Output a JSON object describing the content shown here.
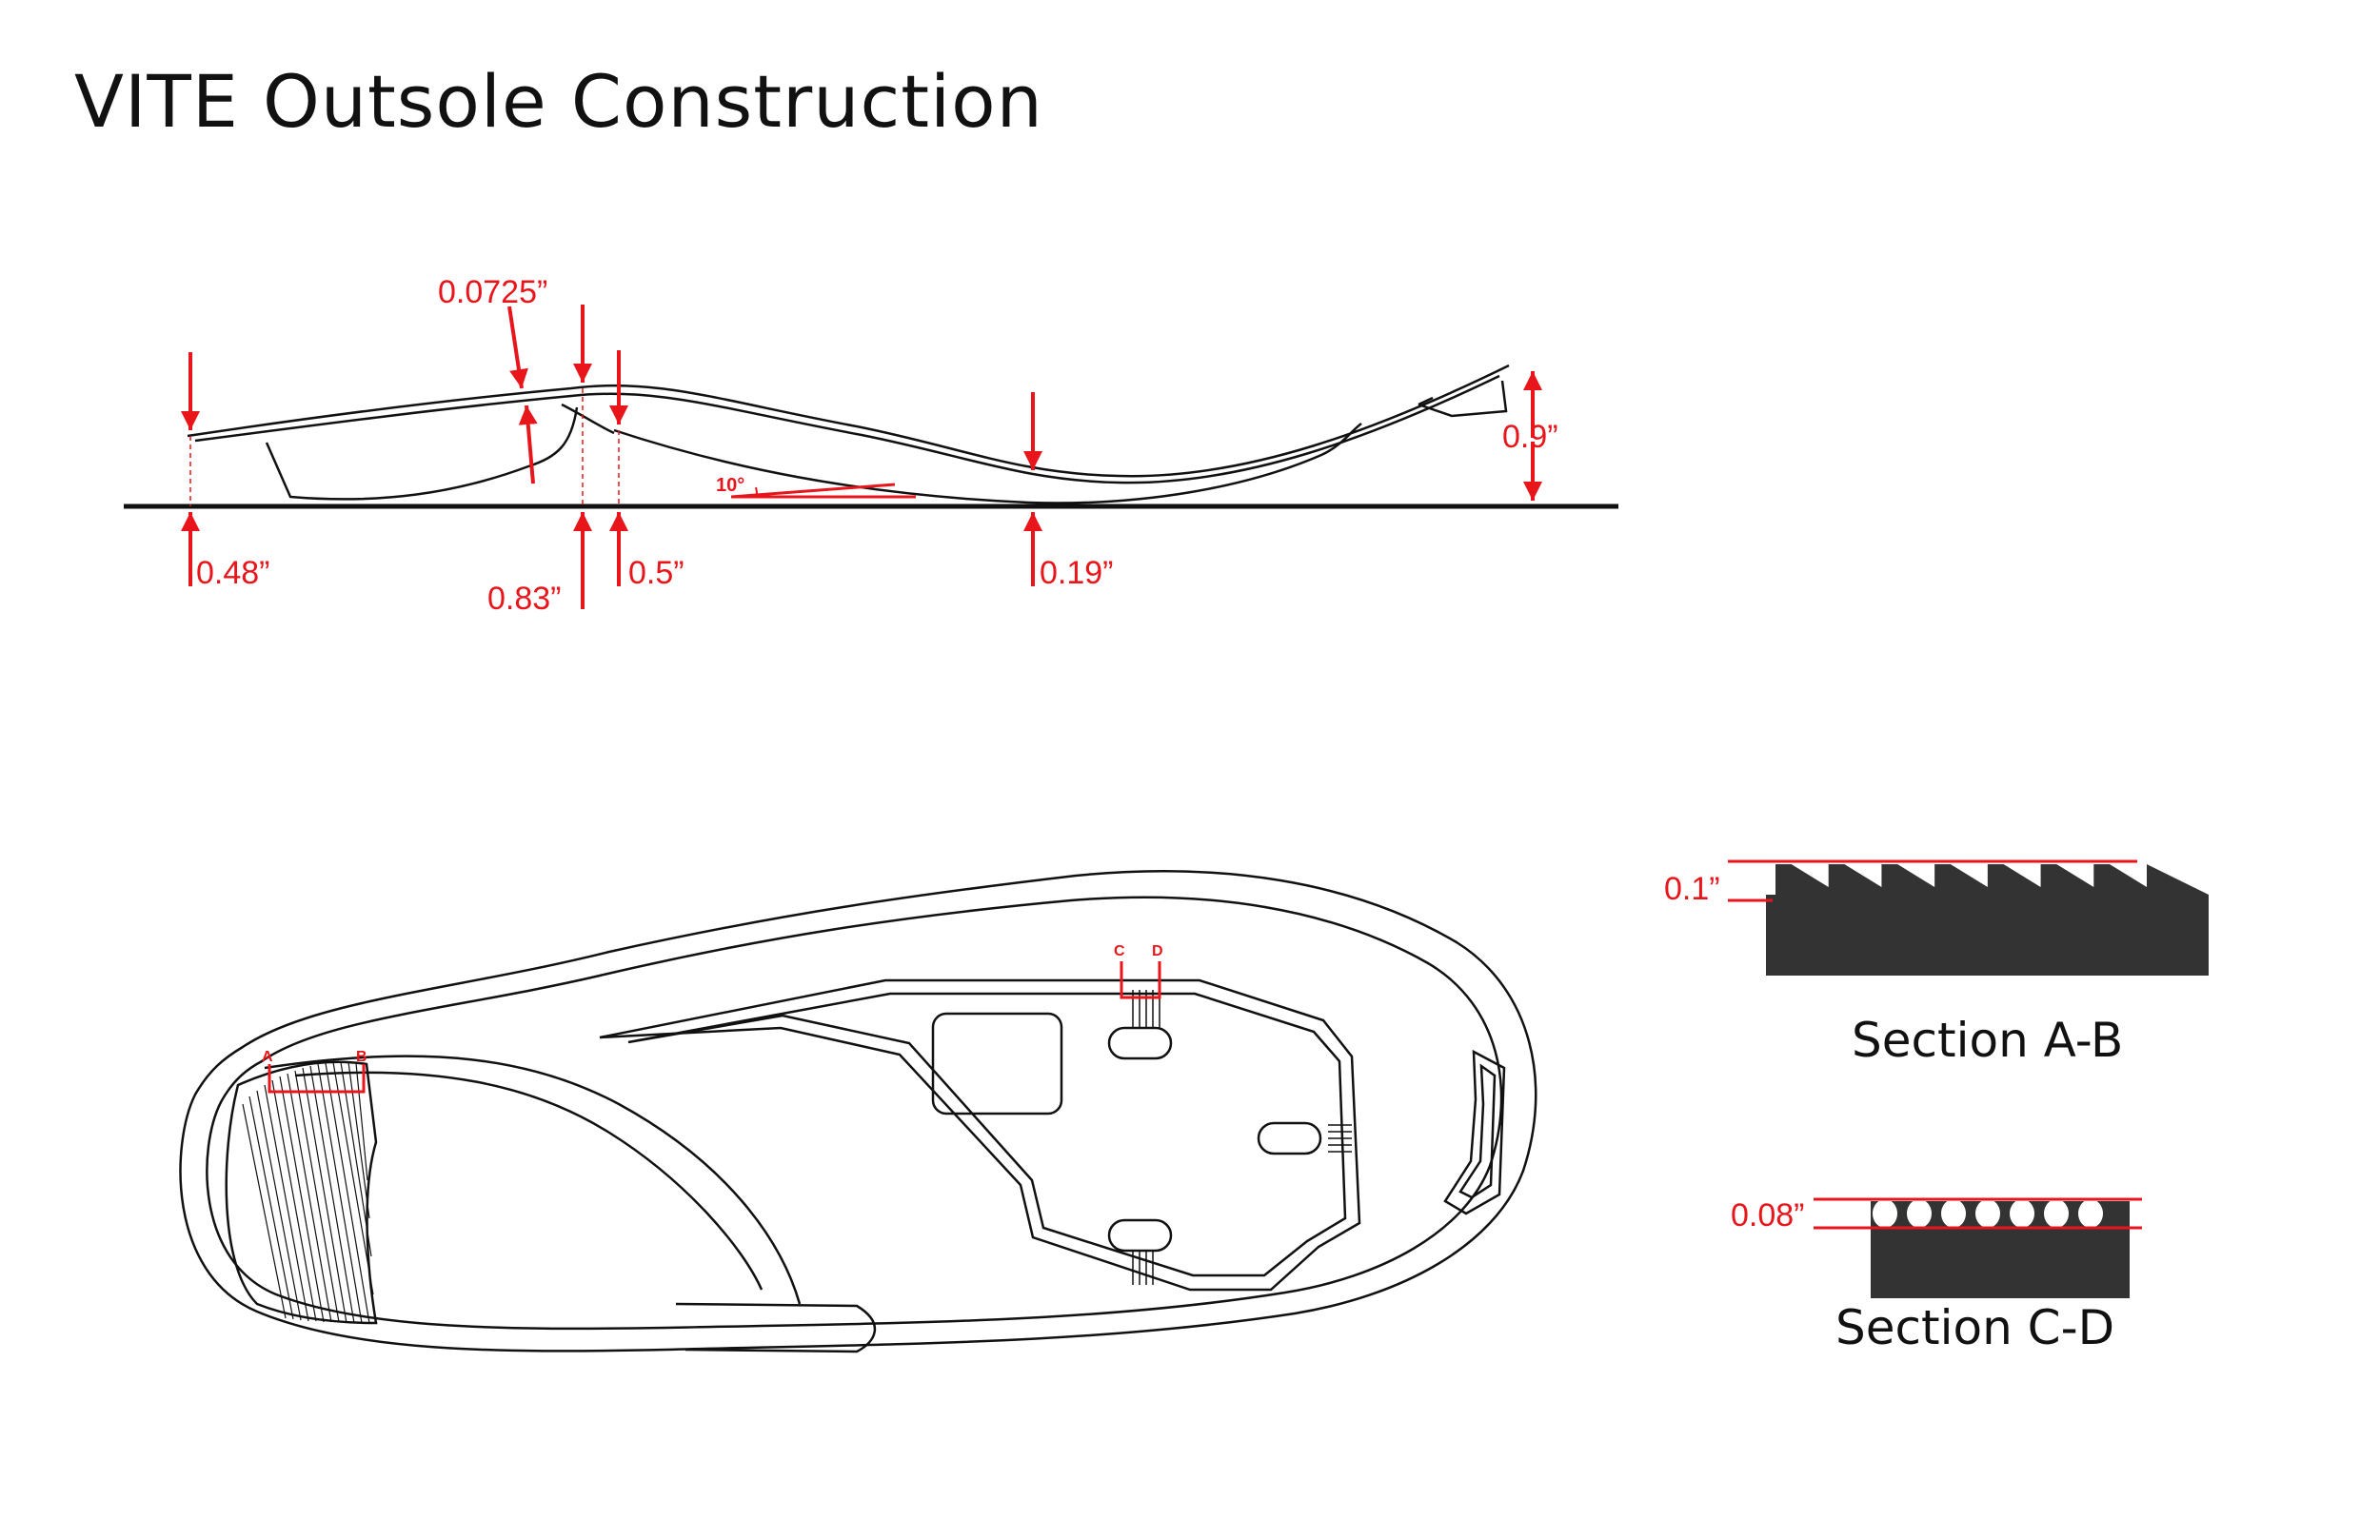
{
  "title": "VITE Outsole Construction",
  "colors": {
    "line": "#111111",
    "dimension": "#e8161b",
    "fill": "#333333",
    "background": "#ffffff"
  },
  "side_profile": {
    "dimensions": {
      "heel_height": "0.48”",
      "shell_thickness": "0.0725”",
      "rear_arch_height": "0.83”",
      "front_arch_height": "0.5”",
      "forefoot_height": "0.19”",
      "toe_spring": "0.9”",
      "angle": "10°"
    }
  },
  "bottom_view": {
    "markers": {
      "a": "A",
      "b": "B",
      "c": "C",
      "d": "D"
    }
  },
  "sections": {
    "ab": {
      "caption": "Section A-B",
      "dimension": "0.1”",
      "tooth_count": 7
    },
    "cd": {
      "caption": "Section C-D",
      "dimension": "0.08”",
      "bump_count": 7
    }
  }
}
